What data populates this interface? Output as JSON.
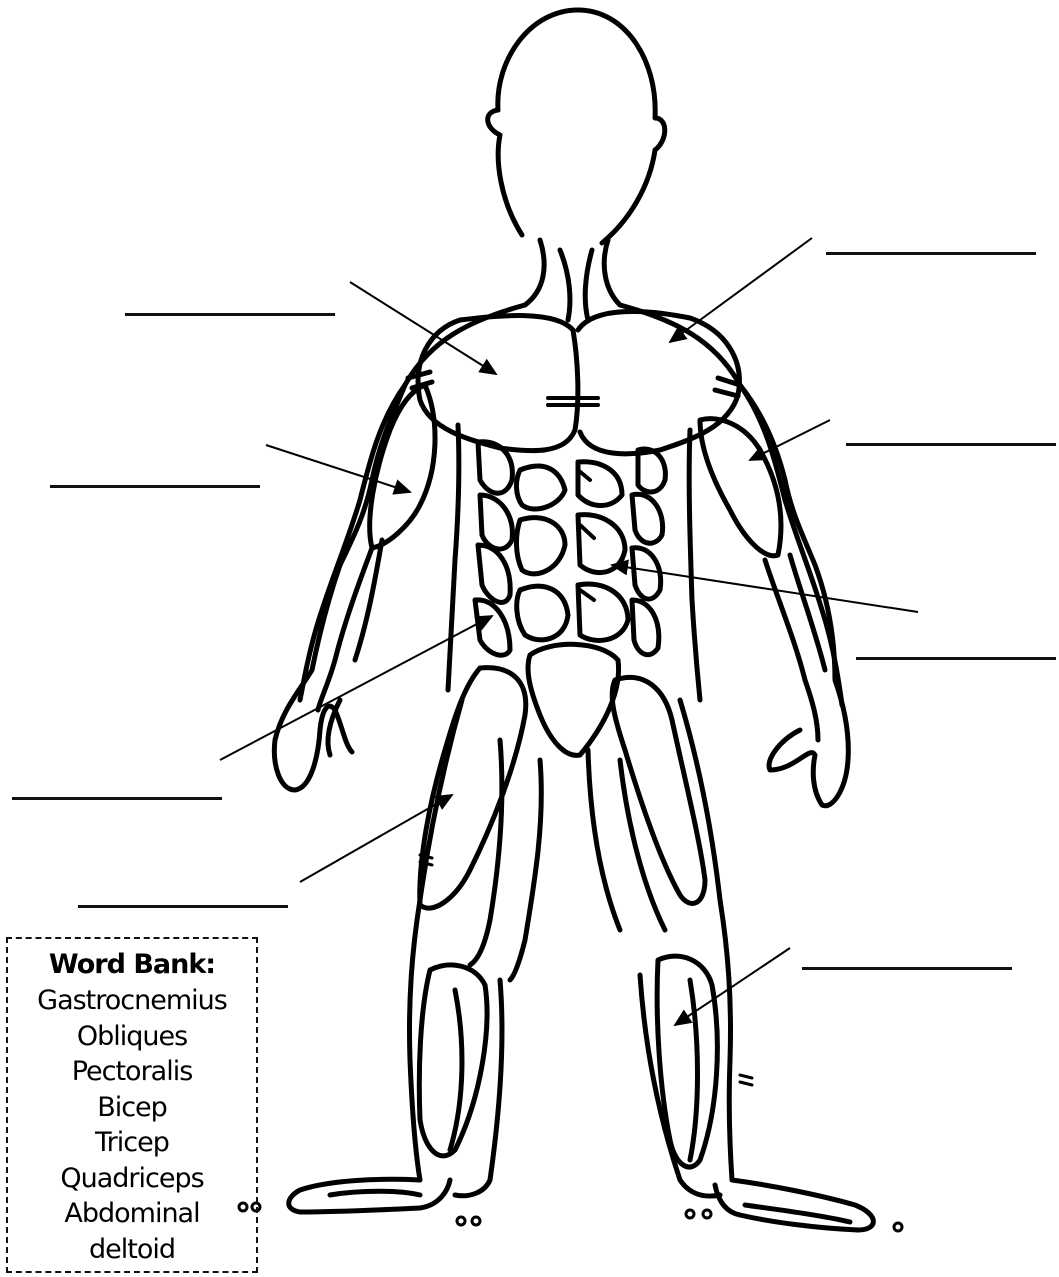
{
  "word_bank": {
    "title": "Word Bank:",
    "terms": [
      "Gastrocnemius",
      "Obliques",
      "Pectoralis",
      "Bicep",
      "Tricep",
      "Quadriceps",
      "Abdominal",
      "deltoid"
    ]
  },
  "answer_blanks": [
    "",
    "",
    "",
    "",
    "",
    "",
    "",
    ""
  ],
  "colors": {
    "ink": "#000000",
    "paper": "#ffffff"
  }
}
